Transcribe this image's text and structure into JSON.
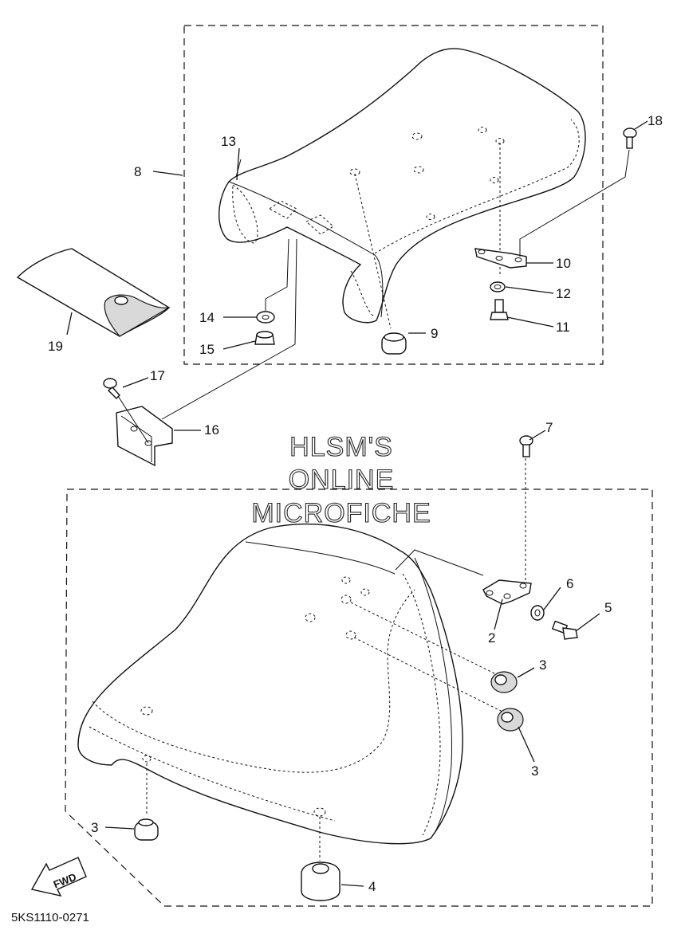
{
  "watermark": {
    "line1": "HLSM'S",
    "line2": "ONLINE",
    "line3": "MICROFICHE"
  },
  "callouts": {
    "c2": "2",
    "c3a": "3",
    "c3b": "3",
    "c3c": "3",
    "c4": "4",
    "c5": "5",
    "c6": "6",
    "c7": "7",
    "c8": "8",
    "c9": "9",
    "c10": "10",
    "c11": "11",
    "c12": "12",
    "c13": "13",
    "c14": "14",
    "c15": "15",
    "c16": "16",
    "c17": "17",
    "c18": "18",
    "c19": "19"
  },
  "direction_arrow": {
    "label": "FWD"
  },
  "diagram_code": "5KS1110-0271"
}
